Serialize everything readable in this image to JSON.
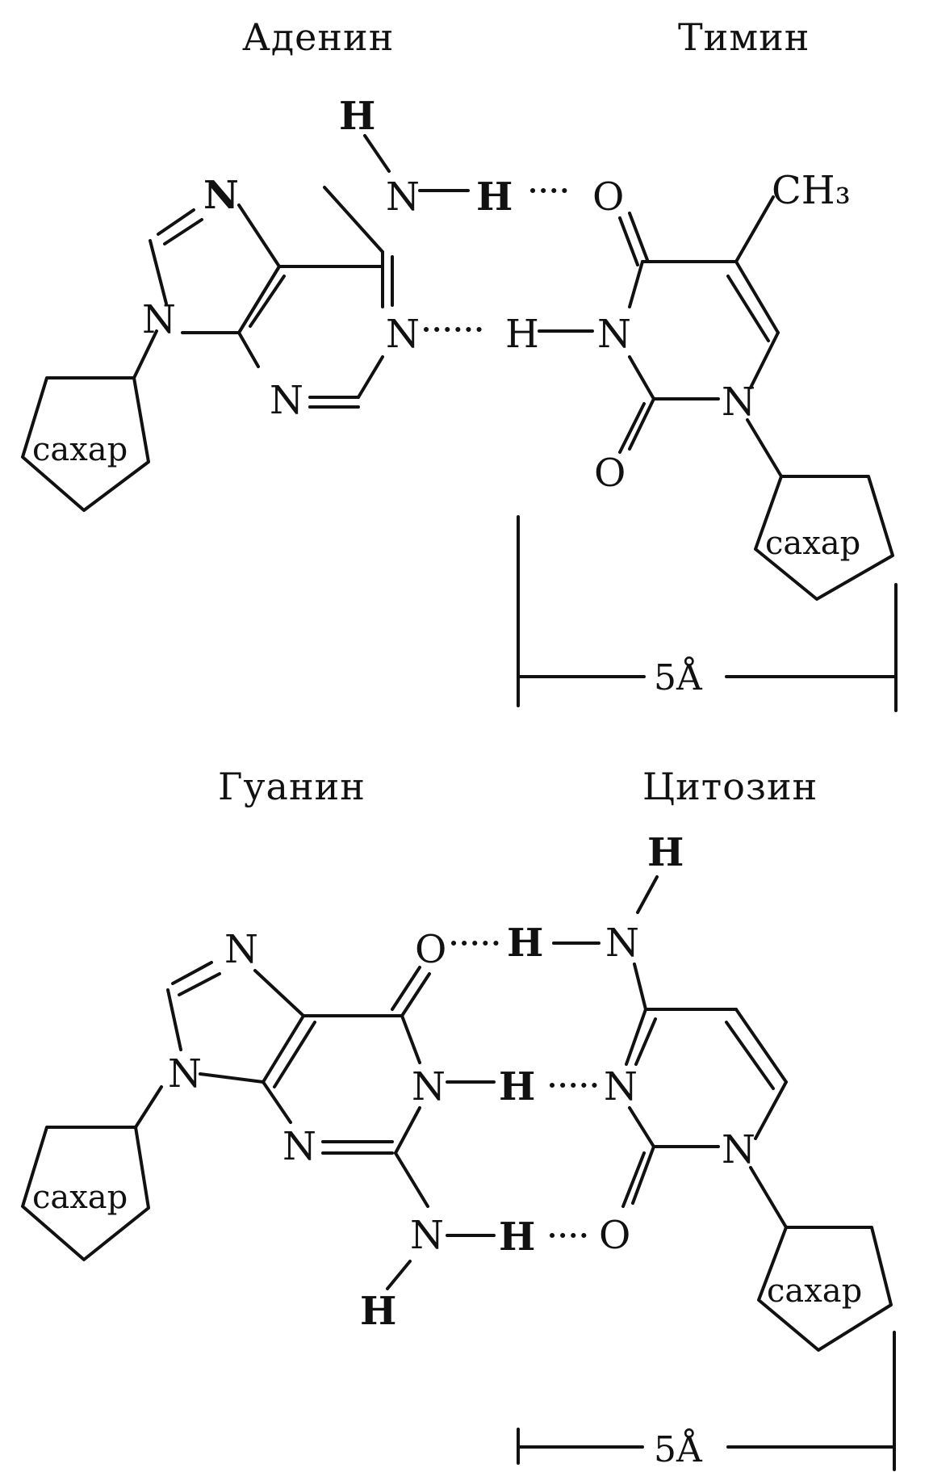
{
  "pairs": [
    {
      "left_name": "Аденин",
      "right_name": "Тимин",
      "left_sugar": "сахар",
      "right_sugar": "сахар",
      "distance": "5Å"
    },
    {
      "left_name": "Гуанин",
      "right_name": "Цитозин",
      "left_sugar": "сахар",
      "right_sugar": "сахар",
      "distance": "5Å"
    }
  ],
  "atoms": {
    "N": "N",
    "H": "H",
    "O": "O",
    "CH3": "CH₃"
  }
}
